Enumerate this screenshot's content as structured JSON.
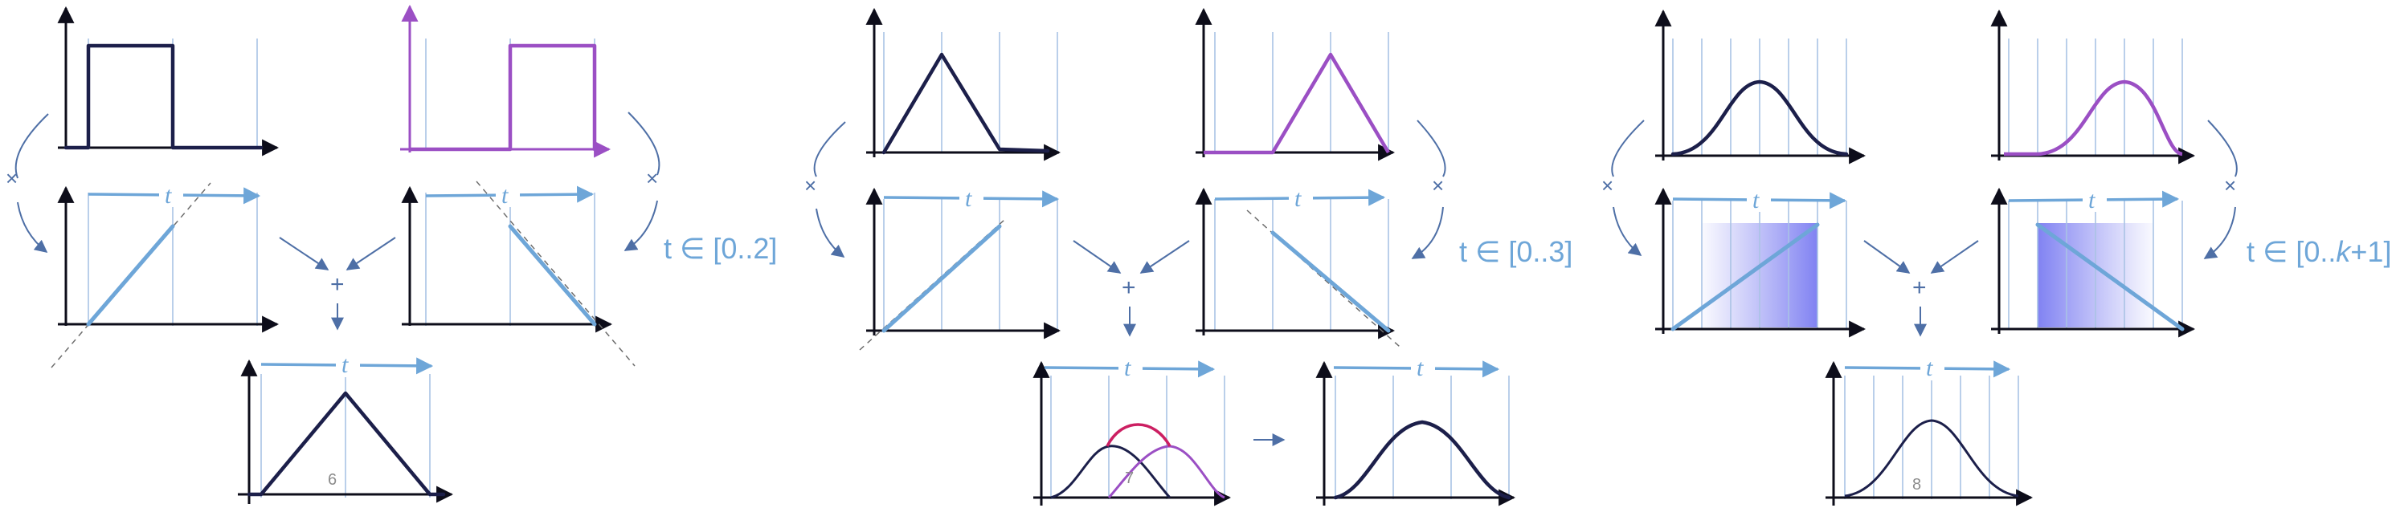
{
  "diagram": {
    "time_label": "t",
    "times_symbol": "×",
    "plus_symbol": "+",
    "groups": [
      {
        "id": "box",
        "range_prefix": "t ∈ [0..",
        "range_var": "",
        "range_suffix": "2]",
        "caption": "6"
      },
      {
        "id": "tent",
        "range_prefix": "t ∈ [0..",
        "range_var": "",
        "range_suffix": "3]",
        "caption": "7"
      },
      {
        "id": "bell",
        "range_prefix": "t ∈ [0..",
        "range_var": "k",
        "range_suffix": "+1]",
        "caption": "8"
      }
    ]
  },
  "colors": {
    "navy": "#1c1f4a",
    "violet": "#9b4fc4",
    "crimson": "#cc1f62",
    "ramp_blue": "#6ea6d8",
    "grid_blue": "#a9c3e4",
    "flow_blue": "#4e6fa6"
  }
}
